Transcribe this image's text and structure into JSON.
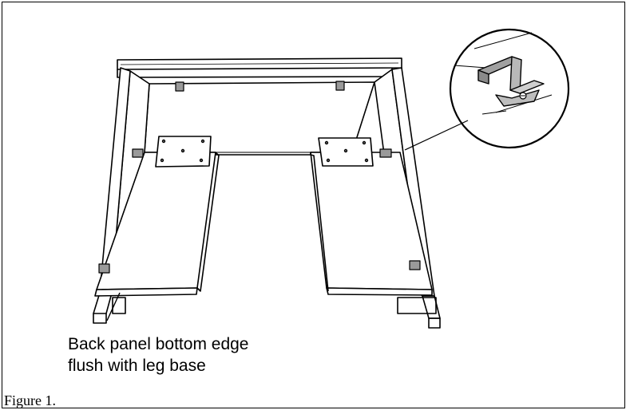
{
  "figure": {
    "caption": "Figure 1.",
    "callout": {
      "line1": "Back panel bottom edge",
      "line2": "flush with leg base"
    }
  },
  "components": {
    "detail_inset_icon": "bracket-screw-detail",
    "bracket_icon": "mounting-bracket",
    "plate_icon": "mounting-plate"
  }
}
